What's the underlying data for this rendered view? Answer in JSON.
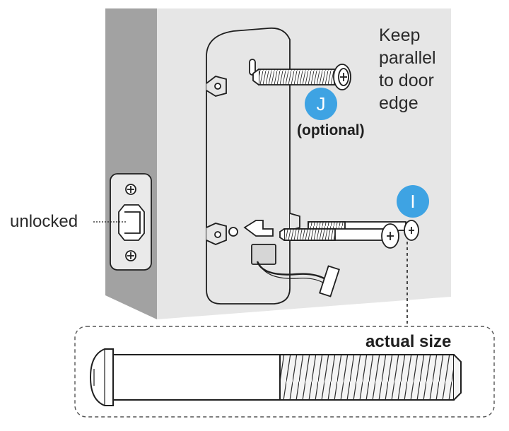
{
  "colors": {
    "wall": "#e6e6e6",
    "door_edge": "#a2a2a2",
    "badge": "#3ea3e3",
    "line": "#1f1f1f"
  },
  "instruction": {
    "lines": [
      "Keep",
      "parallel",
      "to door",
      "edge"
    ]
  },
  "screws": {
    "j": {
      "badge": "J",
      "note": "(optional)"
    },
    "i": {
      "badge": "I"
    }
  },
  "latch": {
    "label": "unlocked"
  },
  "callout": {
    "title": "actual size"
  }
}
